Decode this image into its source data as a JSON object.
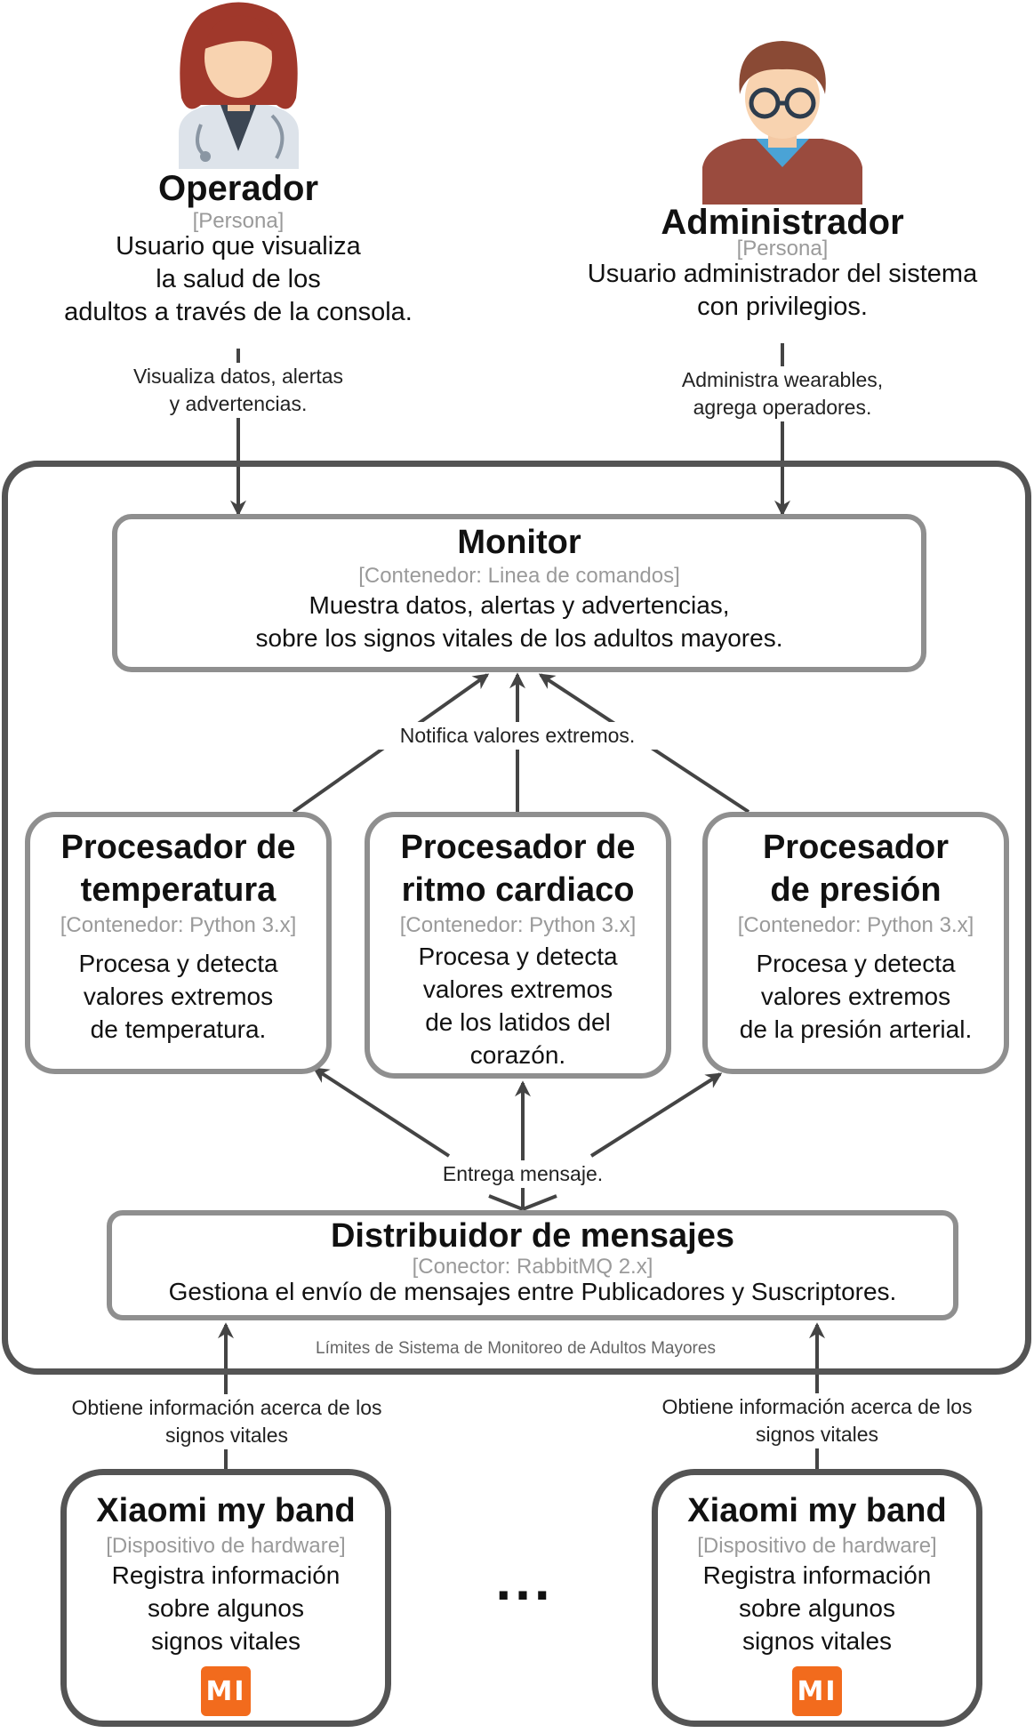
{
  "operador": {
    "name": "Operador",
    "tag": "[Persona]",
    "desc": [
      "Usuario que visualiza",
      "la salud de los",
      "adultos a través de la consola."
    ],
    "icon": "doctor-avatar-icon"
  },
  "administrador": {
    "name": "Administrador",
    "tag": "[Persona]",
    "desc": [
      "Usuario administrador del sistema",
      "con privilegios."
    ],
    "icon": "admin-avatar-icon"
  },
  "relations": {
    "operador_monitor": [
      "Visualiza datos, alertas",
      "y advertencias."
    ],
    "admin_monitor": [
      "Administra wearables,",
      "agrega operadores."
    ],
    "notifica": "Notifica valores extremos.",
    "entrega": "Entrega mensaje.",
    "obtiene_left": [
      "Obtiene información acerca de los",
      "signos vitales"
    ],
    "obtiene_right": [
      "Obtiene información acerca de los",
      "signos vitales"
    ]
  },
  "monitor": {
    "title": "Monitor",
    "tag": "[Contenedor: Linea de comandos]",
    "desc": [
      "Muestra datos, alertas y advertencias,",
      "sobre los signos vitales de los adultos mayores."
    ]
  },
  "processors": [
    {
      "title": [
        "Procesador de",
        "temperatura"
      ],
      "tag": "[Contenedor: Python 3.x]",
      "desc": [
        "Procesa y detecta",
        "valores extremos",
        "de temperatura."
      ]
    },
    {
      "title": [
        "Procesador de",
        "ritmo cardiaco"
      ],
      "tag": "[Contenedor: Python 3.x]",
      "desc": [
        "Procesa y detecta",
        "valores extremos",
        "de los latidos del",
        "corazón."
      ]
    },
    {
      "title": [
        "Procesador",
        "de presión"
      ],
      "tag": "[Contenedor: Python 3.x]",
      "desc": [
        "Procesa y detecta",
        "valores extremos",
        "de la presión arterial."
      ]
    }
  ],
  "distribuidor": {
    "title": "Distribuidor de mensajes",
    "tag": "[Conector: RabbitMQ 2.x]",
    "desc": "Gestiona el envío de mensajes entre Publicadores y Suscriptores."
  },
  "boundary_label": "Límites de Sistema de Monitoreo de Adultos Mayores",
  "devices": [
    {
      "title": "Xiaomi my band",
      "tag": "[Dispositivo de hardware]",
      "desc": [
        "Registra información",
        "sobre algunos",
        "signos vitales"
      ],
      "logo_text": "MI",
      "logo_color": "#f26b1d"
    },
    {
      "title": "Xiaomi my band",
      "tag": "[Dispositivo de hardware]",
      "desc": [
        "Registra información",
        "sobre algunos",
        "signos vitales"
      ],
      "logo_text": "MI",
      "logo_color": "#f26b1d"
    }
  ],
  "ellipsis": "..."
}
